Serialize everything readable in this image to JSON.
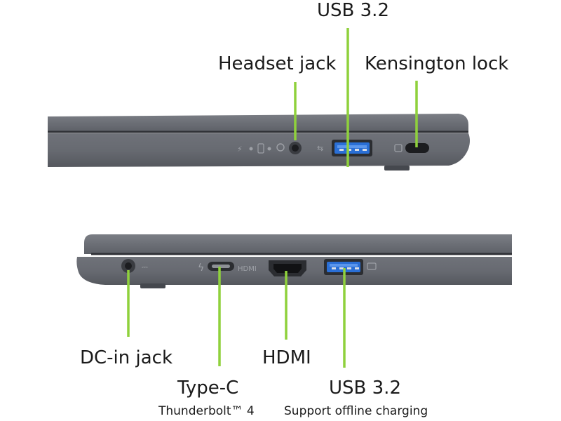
{
  "top_view": {
    "labels": {
      "usb": "USB 3.2",
      "headset": "Headset jack",
      "kensington": "Kensington lock"
    }
  },
  "bottom_view": {
    "labels": {
      "dc_in": "DC-in jack",
      "type_c": "Type-C",
      "type_c_sub": "Thunderbolt™ 4",
      "hdmi": "HDMI",
      "usb": "USB 3.2",
      "usb_sub": "Support offline charging"
    },
    "port_marking": "HDMI"
  },
  "colors": {
    "callout_line": "#8fd13c",
    "chassis": "#6b6e75",
    "chassis_dark": "#4a4d53",
    "usb_blue": "#2a6fd6"
  }
}
